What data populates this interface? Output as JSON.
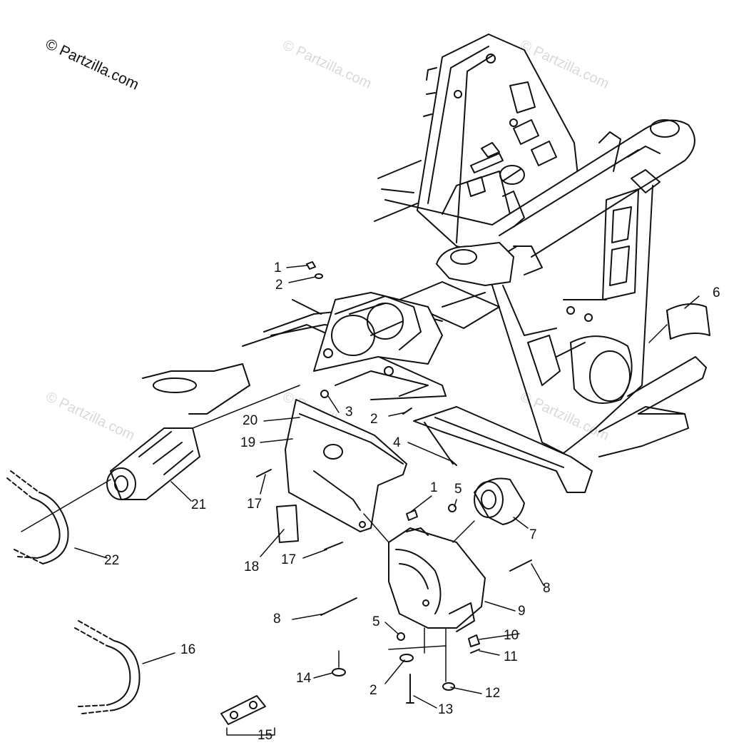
{
  "watermark": {
    "main": "© Partzilla.com",
    "faint": "© Partzilla.com"
  },
  "callouts": {
    "c1a": "1",
    "c2a": "2",
    "c3": "3",
    "c2b": "2",
    "c4": "4",
    "c1b": "1",
    "c5a": "5",
    "c6": "6",
    "c7": "7",
    "c8a": "8",
    "c8b": "8",
    "c9": "9",
    "c5b": "5",
    "c10": "10",
    "c11": "11",
    "c12": "12",
    "c13": "13",
    "c2c": "2",
    "c14": "14",
    "c15": "15",
    "c16": "16",
    "c17a": "17",
    "c17b": "17",
    "c18": "18",
    "c19": "19",
    "c20": "20",
    "c21": "21",
    "c22": "22"
  },
  "colors": {
    "ink": "#111111",
    "watermark": "#d9d9d9",
    "background": "#ffffff"
  }
}
